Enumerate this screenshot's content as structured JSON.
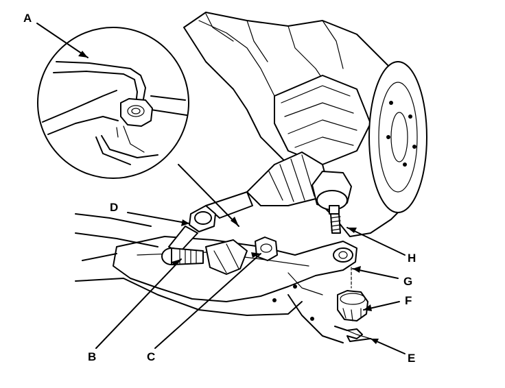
{
  "callouts": {
    "A": "A",
    "B": "B",
    "C": "C",
    "D": "D",
    "E": "E",
    "F": "F",
    "G": "G",
    "H": "H"
  },
  "colors": {
    "line": "#000000",
    "background": "#ffffff"
  }
}
